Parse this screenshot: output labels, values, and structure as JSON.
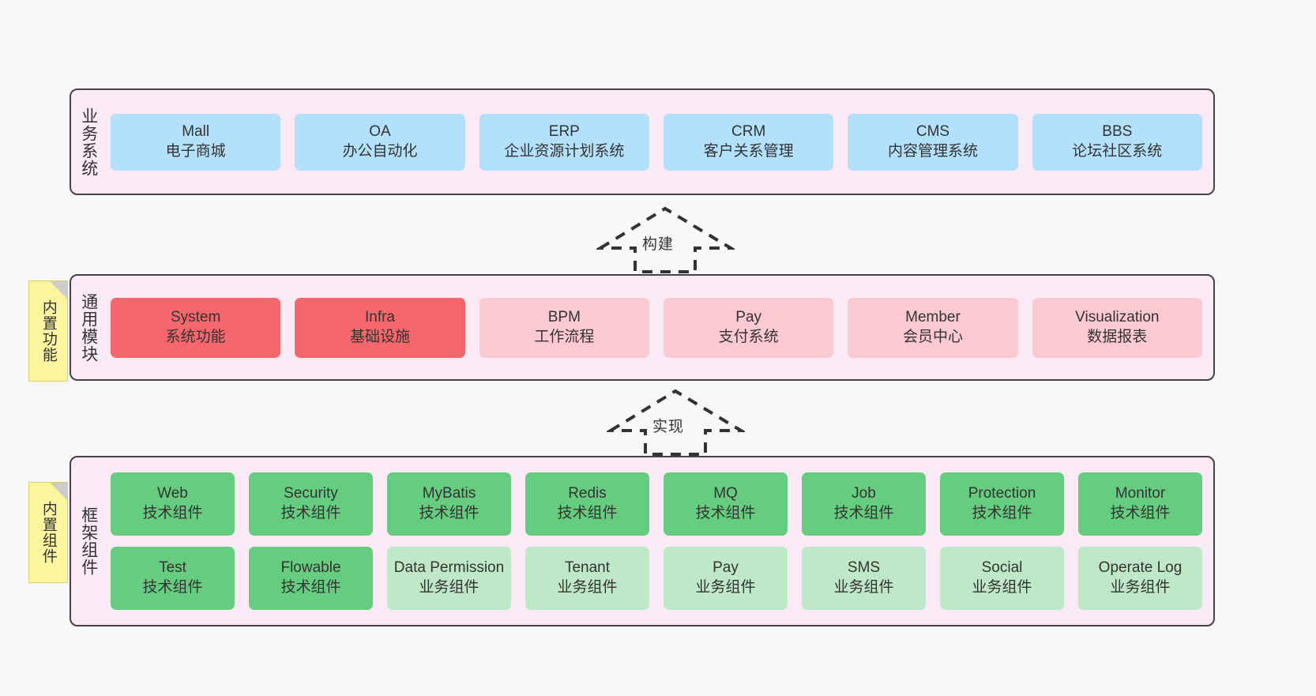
{
  "diagram": {
    "layers": [
      {
        "id": "business",
        "title": "业务系统",
        "rows": [
          {
            "cells": [
              {
                "en": "Mall",
                "cn": "电子商城",
                "color": "#b3e0fa"
              },
              {
                "en": "OA",
                "cn": "办公自动化",
                "color": "#b3e0fa"
              },
              {
                "en": "ERP",
                "cn": "企业资源计划系统",
                "color": "#b3e0fa"
              },
              {
                "en": "CRM",
                "cn": "客户关系管理",
                "color": "#b3e0fa"
              },
              {
                "en": "CMS",
                "cn": "内容管理系统",
                "color": "#b3e0fa"
              },
              {
                "en": "BBS",
                "cn": "论坛社区系统",
                "color": "#b3e0fa"
              }
            ]
          }
        ]
      },
      {
        "id": "common",
        "title": "通用模块",
        "note": "内置功能",
        "rows": [
          {
            "cells": [
              {
                "en": "System",
                "cn": "系统功能",
                "color": "#f4676c"
              },
              {
                "en": "Infra",
                "cn": "基础设施",
                "color": "#f4676c"
              },
              {
                "en": "BPM",
                "cn": "工作流程",
                "color": "#fbc9d2"
              },
              {
                "en": "Pay",
                "cn": "支付系统",
                "color": "#fbc9d2"
              },
              {
                "en": "Member",
                "cn": "会员中心",
                "color": "#fbc9d2"
              },
              {
                "en": "Visualization",
                "cn": "数据报表",
                "color": "#fbc9d2"
              }
            ]
          }
        ]
      },
      {
        "id": "framework",
        "title": "框架组件",
        "note": "内置组件",
        "rows": [
          {
            "cells": [
              {
                "en": "Web",
                "cn": "技术组件",
                "color": "#66cc80"
              },
              {
                "en": "Security",
                "cn": "技术组件",
                "color": "#66cc80"
              },
              {
                "en": "MyBatis",
                "cn": "技术组件",
                "color": "#66cc80"
              },
              {
                "en": "Redis",
                "cn": "技术组件",
                "color": "#66cc80"
              },
              {
                "en": "MQ",
                "cn": "技术组件",
                "color": "#66cc80"
              },
              {
                "en": "Job",
                "cn": "技术组件",
                "color": "#66cc80"
              },
              {
                "en": "Protection",
                "cn": "技术组件",
                "color": "#66cc80"
              },
              {
                "en": "Monitor",
                "cn": "技术组件",
                "color": "#66cc80"
              }
            ]
          },
          {
            "cells": [
              {
                "en": "Test",
                "cn": "技术组件",
                "color": "#66cc80"
              },
              {
                "en": "Flowable",
                "cn": "技术组件",
                "color": "#66cc80"
              },
              {
                "en": "Data Permission",
                "cn": "业务组件",
                "color": "#bfe8c8"
              },
              {
                "en": "Tenant",
                "cn": "业务组件",
                "color": "#bfe8c8"
              },
              {
                "en": "Pay",
                "cn": "业务组件",
                "color": "#bfe8c8"
              },
              {
                "en": "SMS",
                "cn": "业务组件",
                "color": "#bfe8c8"
              },
              {
                "en": "Social",
                "cn": "业务组件",
                "color": "#bfe8c8"
              },
              {
                "en": "Operate Log",
                "cn": "业务组件",
                "color": "#bfe8c8"
              }
            ]
          }
        ]
      }
    ],
    "arrows": [
      {
        "id": "build",
        "label": "构建"
      },
      {
        "id": "implement",
        "label": "实现"
      }
    ],
    "colors": {
      "canvas_background": "#f8f8f8",
      "layer_background": "#faeaf5",
      "layer_border": "#4a3f4a",
      "note_background": "#fbf5a0",
      "note_fold": "#cdcdcd",
      "arrow_stroke": "#333333",
      "text": "#333333"
    }
  }
}
